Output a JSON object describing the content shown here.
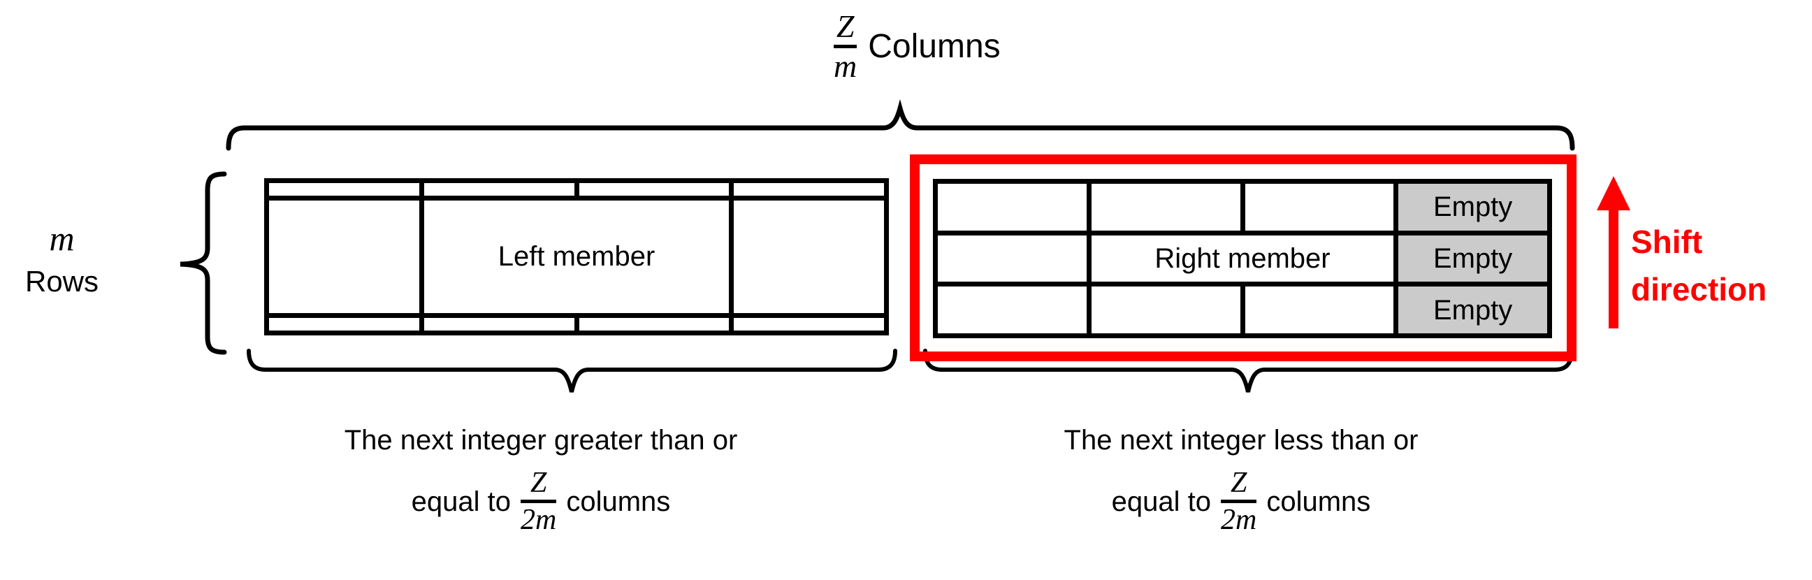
{
  "colors": {
    "highlight_red": "#ff0000",
    "empty_gray": "#cbcbcb",
    "line_black": "#000000"
  },
  "top_label": {
    "numerator": "Z",
    "denominator": "m",
    "suffix": "Columns"
  },
  "row_label": {
    "symbol": "m",
    "text": "Rows"
  },
  "left_table": {
    "member": "Left member"
  },
  "right_table": {
    "member": "Right member",
    "empty": [
      "Empty",
      "Empty",
      "Empty"
    ]
  },
  "shift_label": {
    "line1": "Shift",
    "line2": "direction"
  },
  "captions": {
    "left": {
      "line1": "The next integer greater than or",
      "prefix": "equal to",
      "numerator": "Z",
      "denominator": "2m",
      "suffix": "columns"
    },
    "right": {
      "line1": "The next integer less than or",
      "prefix": "equal to",
      "numerator": "Z",
      "denominator": "2m",
      "suffix": "columns"
    }
  }
}
